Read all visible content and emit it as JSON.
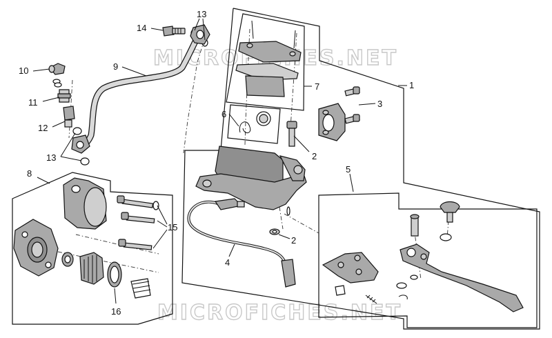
{
  "watermark": {
    "top": "MICROFICHES.NET",
    "bottom": "MICROFICHES.NET"
  },
  "callouts": {
    "n1": "1",
    "n2a": "2",
    "n2b": "2",
    "n3": "3",
    "n4": "4",
    "n5": "5",
    "n6": "6",
    "n7": "7",
    "n8": "8",
    "n9": "9",
    "n10": "10",
    "n11": "11",
    "n12": "12",
    "n13a": "13",
    "n13b": "13",
    "n14": "14",
    "n15": "15",
    "n16": "16"
  },
  "colors": {
    "line": "#111111",
    "part_fill": "#a9a9a9",
    "part_light": "#cfcfcf",
    "watermark": "#c8c8c8"
  }
}
